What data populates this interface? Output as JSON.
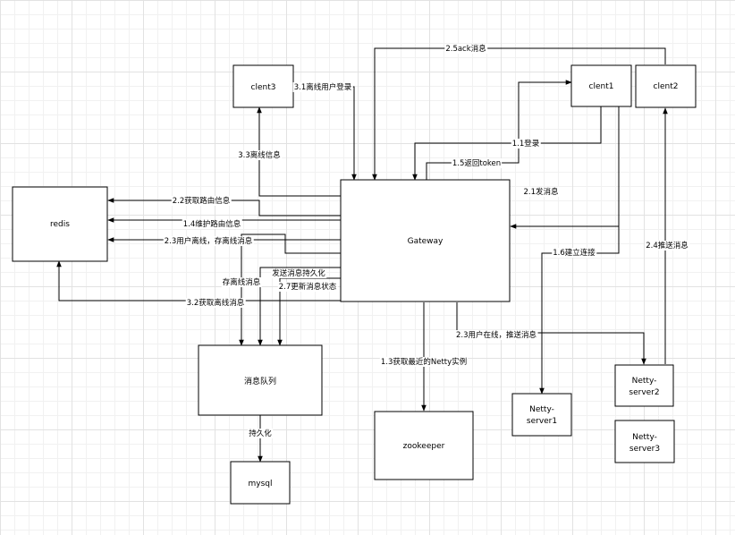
{
  "nodes": {
    "clent3": "clent3",
    "clent1": "clent1",
    "clent2": "clent2",
    "redis": "redis",
    "gateway": "Gateway",
    "mq": "消息队列",
    "mysql": "mysql",
    "zookeeper": "zookeeper",
    "netty1": [
      "Netty-",
      "server1"
    ],
    "netty2": [
      "Netty-",
      "server2"
    ],
    "netty3": [
      "Netty-",
      "server3"
    ]
  },
  "edges": {
    "e25": "2.5ack消息",
    "e31": "3.1离线用户登录",
    "e33": "3.3离线信息",
    "e11": "1.1登录",
    "e15": "1.5返回token",
    "e21": "2.1发消息",
    "e22": "2.2获取路由信息",
    "e14": "1.4维护路由信息",
    "e23a": "2.3用户离线，存离线消息",
    "e16": "1.6建立连接",
    "e24": "2.4推送消息",
    "persist": "发送消息持久化",
    "store": "存离线消息",
    "e27": "2.7更新消息状态",
    "e32": "3.2获取离线消息",
    "e13": "1.3获取最近的Netty实例",
    "e23b": "2.3用户在线，推送消息",
    "persist2": "持久化"
  }
}
